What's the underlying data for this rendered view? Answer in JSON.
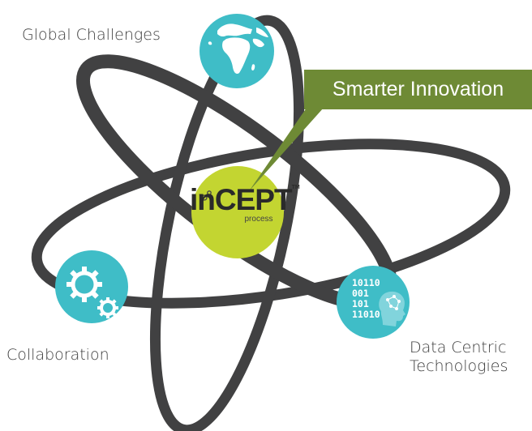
{
  "colors": {
    "orbit": "#414142",
    "teal": "#3fbdc7",
    "callout": "#6e8a35",
    "core": "#c3d531"
  },
  "labels": {
    "global_challenges": "Global Challenges",
    "collaboration": "Collaboration",
    "data_centric_line1": "Data Centric",
    "data_centric_line2": "Technologies"
  },
  "callout": {
    "text": "Smarter Innovation"
  },
  "core": {
    "logo_text": "inCEPT",
    "trademark": "TM",
    "sub_text": "process"
  },
  "nodes": {
    "globe_icon": "globe-icon",
    "gears_icon": "gears-icon",
    "data_icon": "binary-head-icon",
    "binary_lines": [
      "10110",
      "001",
      "101",
      "11010"
    ]
  }
}
